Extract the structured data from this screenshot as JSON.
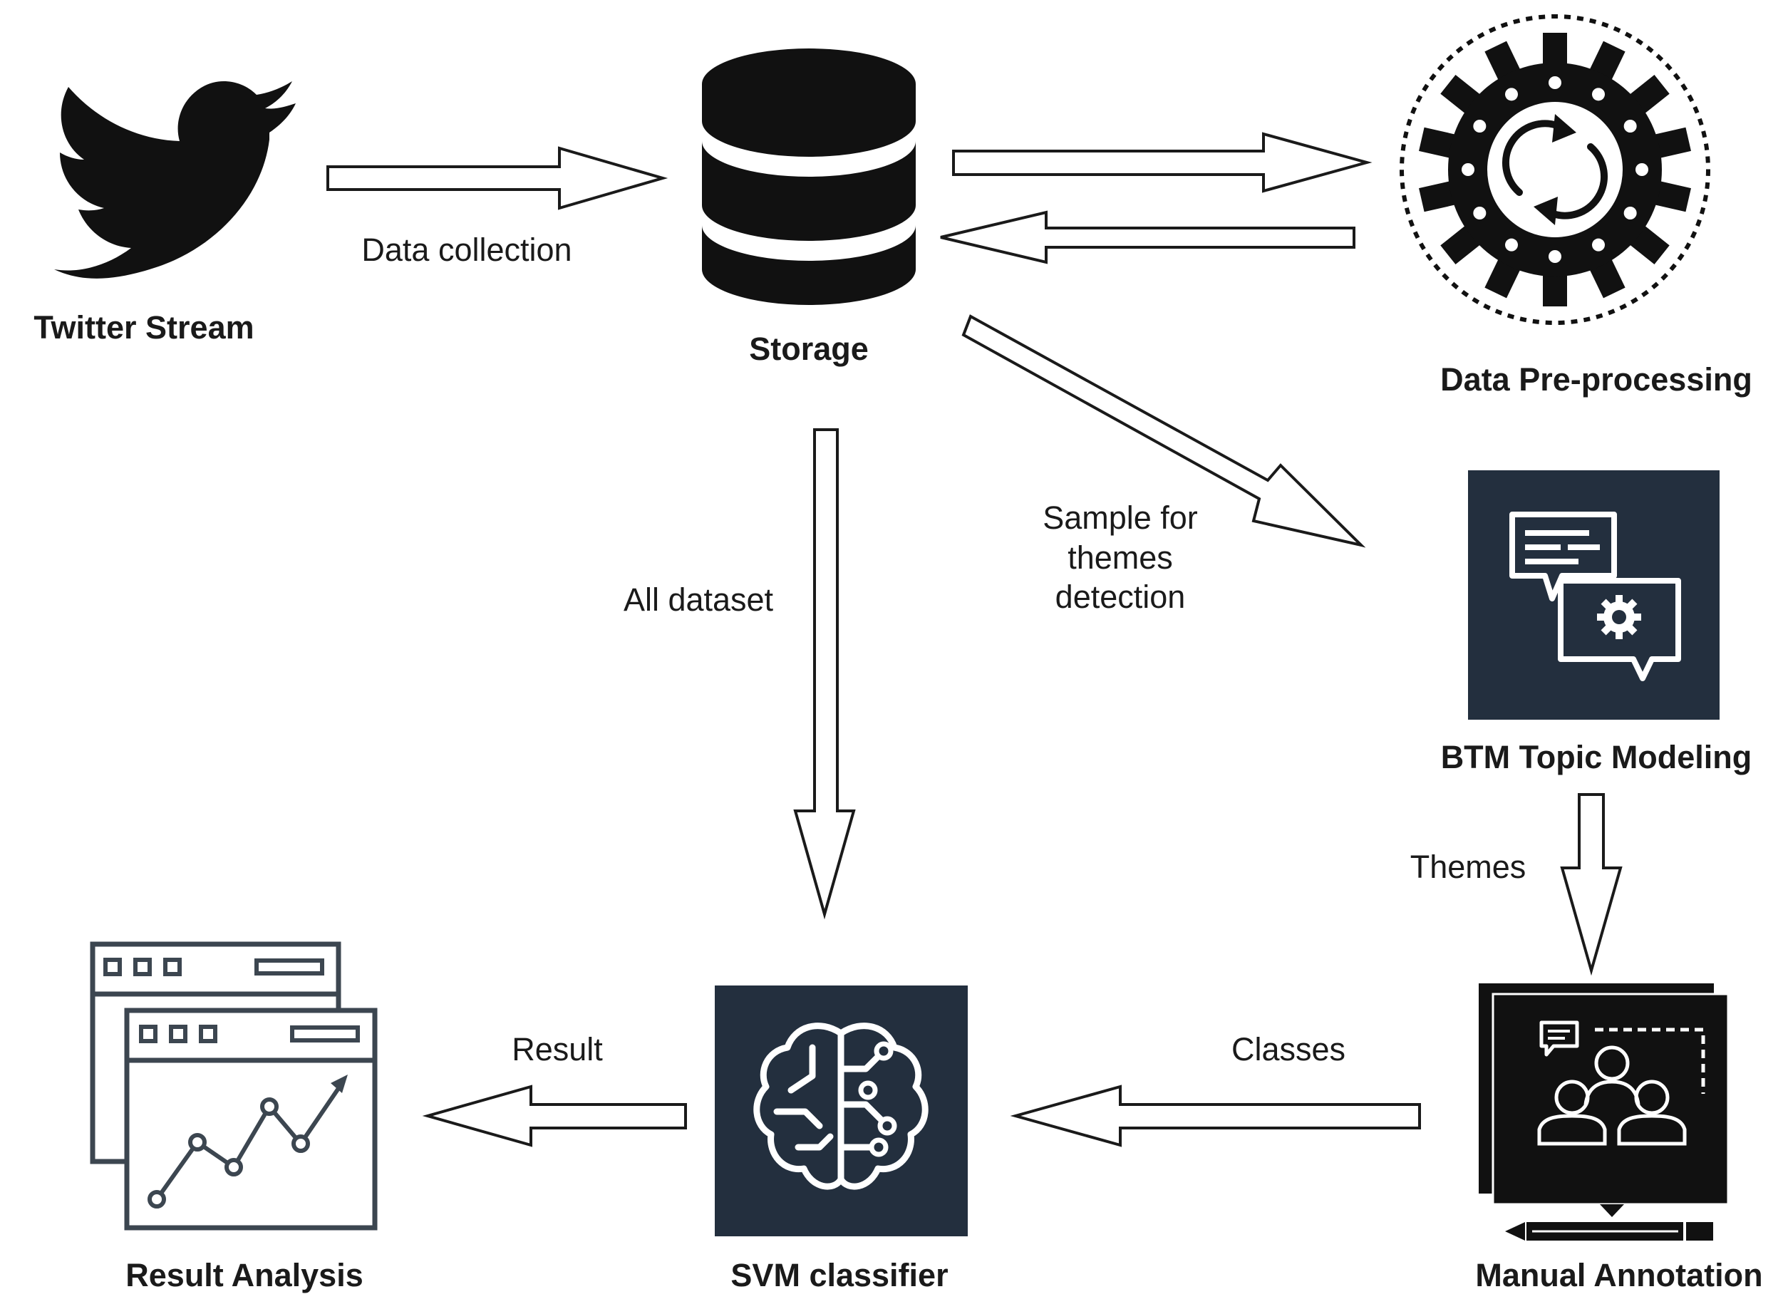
{
  "nodes": {
    "twitter": {
      "label": "Twitter Stream",
      "icon": "twitter-bird-icon"
    },
    "storage": {
      "label": "Storage",
      "icon": "database-icon"
    },
    "preprocessing": {
      "label": "Data Pre-processing",
      "icon": "gear-refresh-icon"
    },
    "btm": {
      "label": "BTM Topic Modeling",
      "icon": "chat-bubbles-gear-icon"
    },
    "annotation": {
      "label": "Manual Annotation",
      "icon": "team-presentation-icon"
    },
    "svm": {
      "label": "SVM classifier",
      "icon": "brain-circuit-icon"
    },
    "result": {
      "label": "Result Analysis",
      "icon": "browser-line-chart-icon"
    }
  },
  "edges": {
    "data_collection": "Data collection",
    "all_dataset": "All dataset",
    "sample_line1": "Sample for",
    "sample_line2": "themes",
    "sample_line3": "detection",
    "themes": "Themes",
    "classes": "Classes",
    "result": "Result"
  },
  "colors": {
    "ink": "#1a1a1a",
    "panel": "#232f3e",
    "background": "#ffffff"
  }
}
